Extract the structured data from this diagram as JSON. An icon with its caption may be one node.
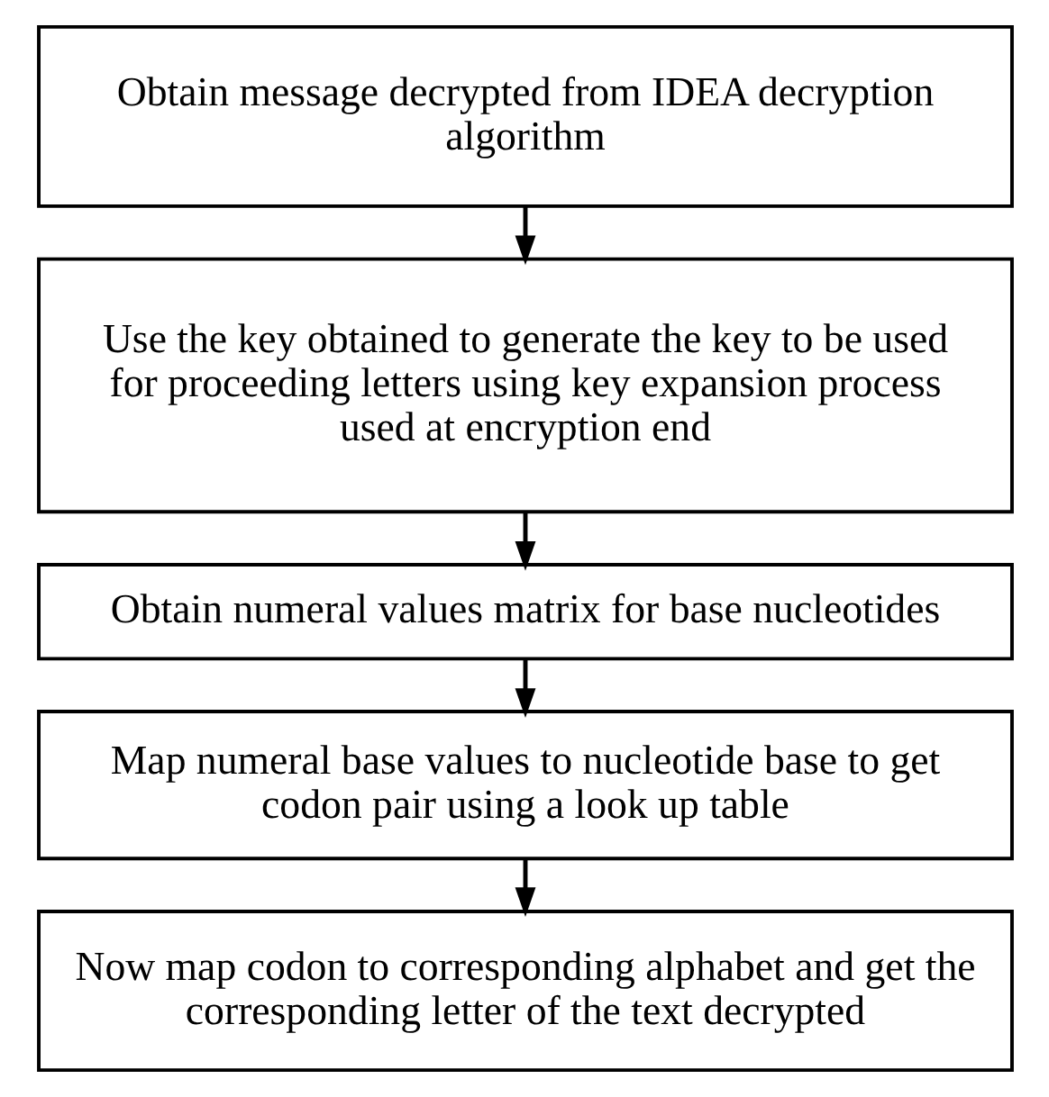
{
  "diagram": {
    "nodes": [
      {
        "text": [
          "Obtain message decrypted from IDEA decryption algorithm"
        ]
      },
      {
        "text": [
          "Use the key obtained to generate the key to be used for proceeding letters using key expansion process used at encryption end"
        ]
      },
      {
        "text": [
          "Obtain numeral values matrix for base nucleotides"
        ]
      },
      {
        "text": [
          "Map numeral base values to nucleotide base to get codon pair using a look up table"
        ]
      },
      {
        "text": [
          "Now map codon to corresponding alphabet and get the corresponding letter of the text decrypted"
        ]
      }
    ],
    "edges": [
      {
        "from": 0,
        "to": 1,
        "arrow": "to"
      },
      {
        "from": 1,
        "to": 2,
        "arrow": "to"
      },
      {
        "from": 2,
        "to": 3,
        "arrow": "to"
      },
      {
        "from": 3,
        "to": 4,
        "arrow": "to"
      }
    ]
  }
}
